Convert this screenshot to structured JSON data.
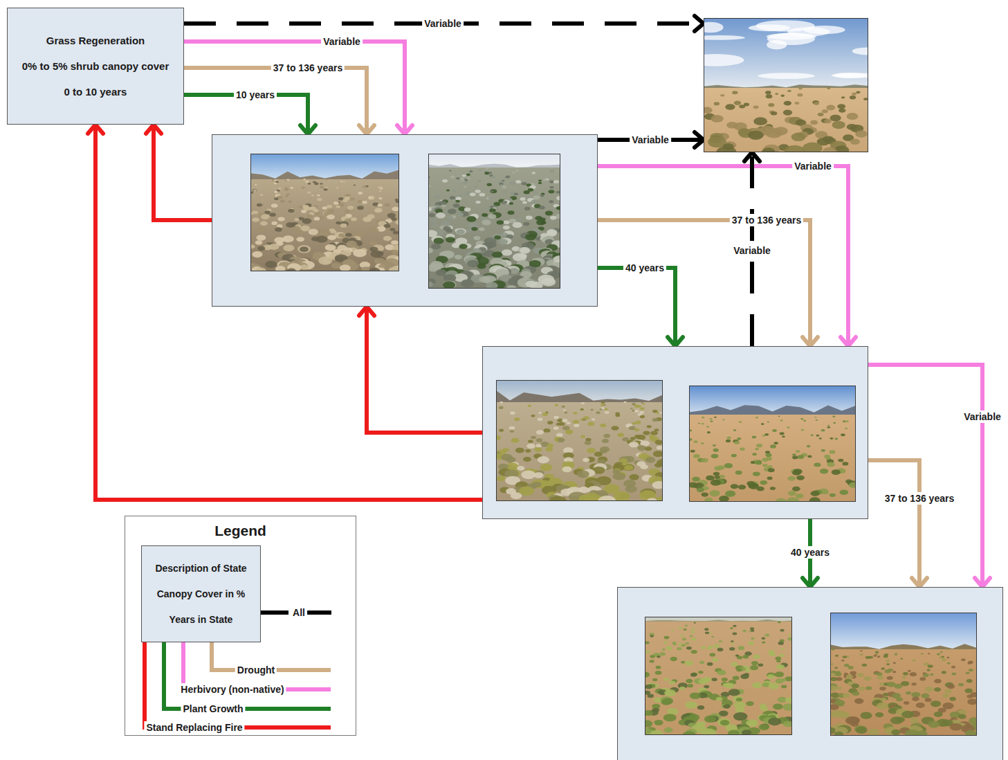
{
  "diagram": {
    "nodes": [
      {
        "text": [
          "Grass Regeneration",
          "0% to 5% shrub canopy cover",
          "0 to 10 years"
        ]
      },
      {
        "text": []
      },
      {
        "text": []
      },
      {
        "text": []
      },
      {
        "text": [
          "Legend"
        ]
      },
      {
        "text": [
          "Description of State",
          "Canopy Cover in %",
          "Years in State"
        ],
        "in": 4
      },
      {
        "text": []
      }
    ],
    "edges": [
      {
        "from": 0,
        "to": 1,
        "label": "Variable",
        "arrow": "to"
      },
      {
        "from": 0,
        "to": 2,
        "label": "Variable",
        "arrow": "to"
      },
      {
        "from": 0,
        "to": 2,
        "label": "37 to 136 years",
        "arrow": "to"
      },
      {
        "from": 0,
        "to": 2,
        "label": "10 years",
        "arrow": "to"
      },
      {
        "from": 2,
        "to": 1,
        "label": "Variable",
        "arrow": "to"
      },
      {
        "from": 2,
        "to": 3,
        "label": "Variable",
        "arrow": "to"
      },
      {
        "from": 2,
        "to": 3,
        "label": "37 to 136 years",
        "arrow": "to"
      },
      {
        "from": 2,
        "to": 3,
        "label": "40 years",
        "arrow": "to"
      },
      {
        "from": 2,
        "to": 0,
        "arrow": "to"
      },
      {
        "from": 3,
        "to": 1,
        "label": "Variable",
        "arrow": "to"
      },
      {
        "from": 3,
        "to": 2,
        "arrow": "to"
      },
      {
        "from": 3,
        "to": 0,
        "arrow": "to"
      },
      {
        "from": 3,
        "to": 6,
        "label": "Variable",
        "arrow": "to"
      },
      {
        "from": 3,
        "to": 6,
        "label": "37 to 136 years",
        "arrow": "to"
      },
      {
        "from": 3,
        "to": 6,
        "label": "40 years",
        "arrow": "to"
      }
    ],
    "legend": [
      {
        "text": "All"
      },
      {
        "text": "Drought"
      },
      {
        "text": "Herbivory (non-native)"
      },
      {
        "text": "Plant Growth"
      },
      {
        "text": "Stand Replacing Fire"
      }
    ]
  }
}
